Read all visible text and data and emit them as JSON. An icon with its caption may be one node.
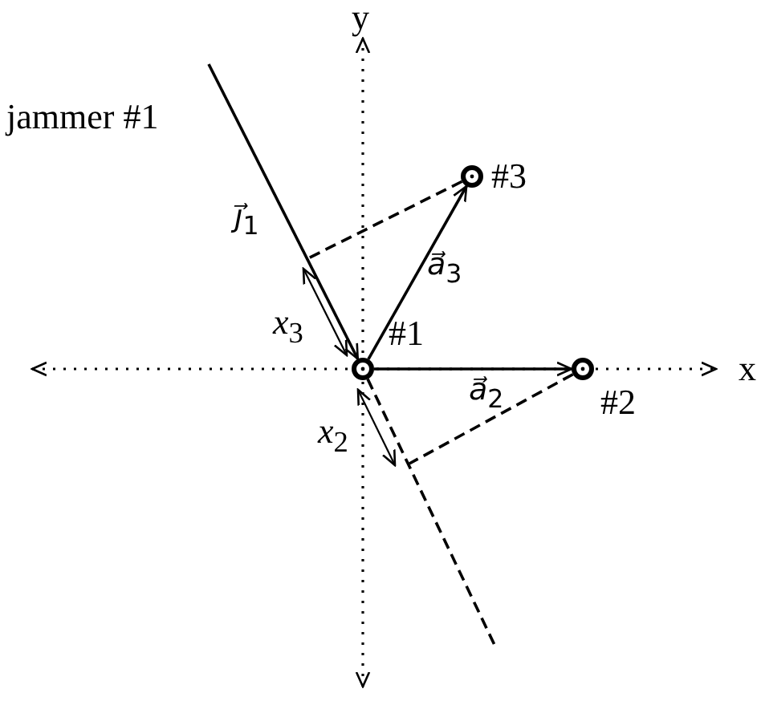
{
  "diagram": {
    "nodes": [
      {
        "text": [],
        "shape": "circle",
        "beside": [
          "#1"
        ]
      },
      {
        "text": [],
        "shape": "circle",
        "beside": [
          "#2"
        ]
      },
      {
        "text": [],
        "shape": "circle",
        "beside": [
          "#3"
        ]
      }
    ],
    "edges": [
      {
        "from": 0,
        "to": 2,
        "arrow": "to",
        "label": "*a⃗*$_{3}$"
      },
      {
        "from": 0,
        "to": 1,
        "arrow": "to",
        "label": "*a⃗*$_{2}$"
      },
      {
        "from": null,
        "to": 0,
        "arrow": "to",
        "label": "*j⃗*$_{1}$"
      },
      {
        "from": 0,
        "to": null,
        "arrow": "none",
        "style": "dashed"
      },
      {
        "from": 2,
        "to": null,
        "arrow": "none",
        "style": "dashed"
      },
      {
        "from": 1,
        "to": null,
        "arrow": "none",
        "style": "dashed"
      }
    ],
    "labels": [
      "y",
      "jammer #1",
      "*x*$_{3}$",
      "x",
      "*x*$_{2}$"
    ]
  }
}
